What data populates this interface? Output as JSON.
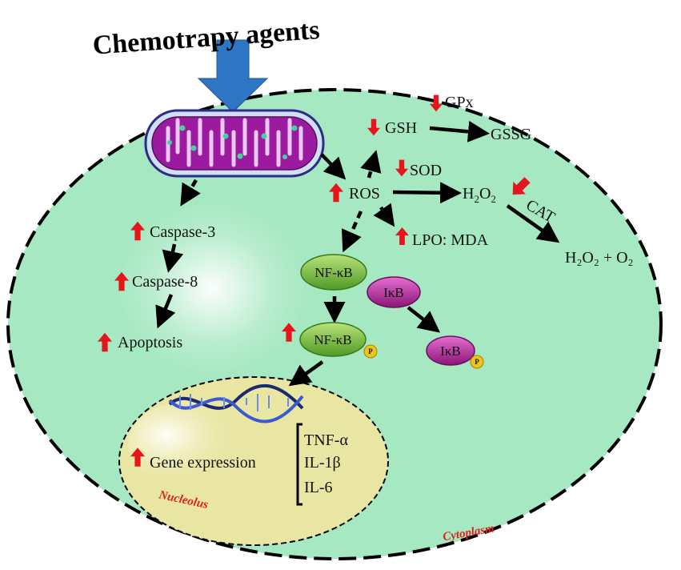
{
  "title": "Chemotrapy agents",
  "regions": {
    "nucleolus": "Nucleolus",
    "cytoplasm": "Cytoplasm"
  },
  "labels": {
    "caspase3": "Caspase-3",
    "caspase8": "Caspase-8",
    "apoptosis": "Apoptosis",
    "ros": "ROS",
    "gsh": "GSH",
    "gpx": "GPx",
    "gssg": "GSSG",
    "sod": "SOD",
    "h2o2_main": "H",
    "h2o2_sub1": "2",
    "h2o2_o": "O",
    "h2o2_sub2": "2",
    "cat": "CAT",
    "products": "H₂O₂ + O₂",
    "lpo": "LPO: MDA",
    "nfkb": "NF-κB",
    "ikb": "IκB",
    "nfkb_p": "NF-κB",
    "ikb_p": "IκB",
    "p_badge": "P",
    "gene_expression": "Gene expression",
    "tnf": "TNF-α",
    "il1": "IL-1β",
    "il6": "IL-6"
  },
  "colors": {
    "cell_fill": "#a5e8c1",
    "nucleus_fill": "#e9e6a3",
    "up_arrow": "#e4161c",
    "entry_arrow": "#2e75c4",
    "nfkb_pill": "#6fb83a",
    "ikb_pill": "#b4239b",
    "phospho": "#f1c419"
  }
}
